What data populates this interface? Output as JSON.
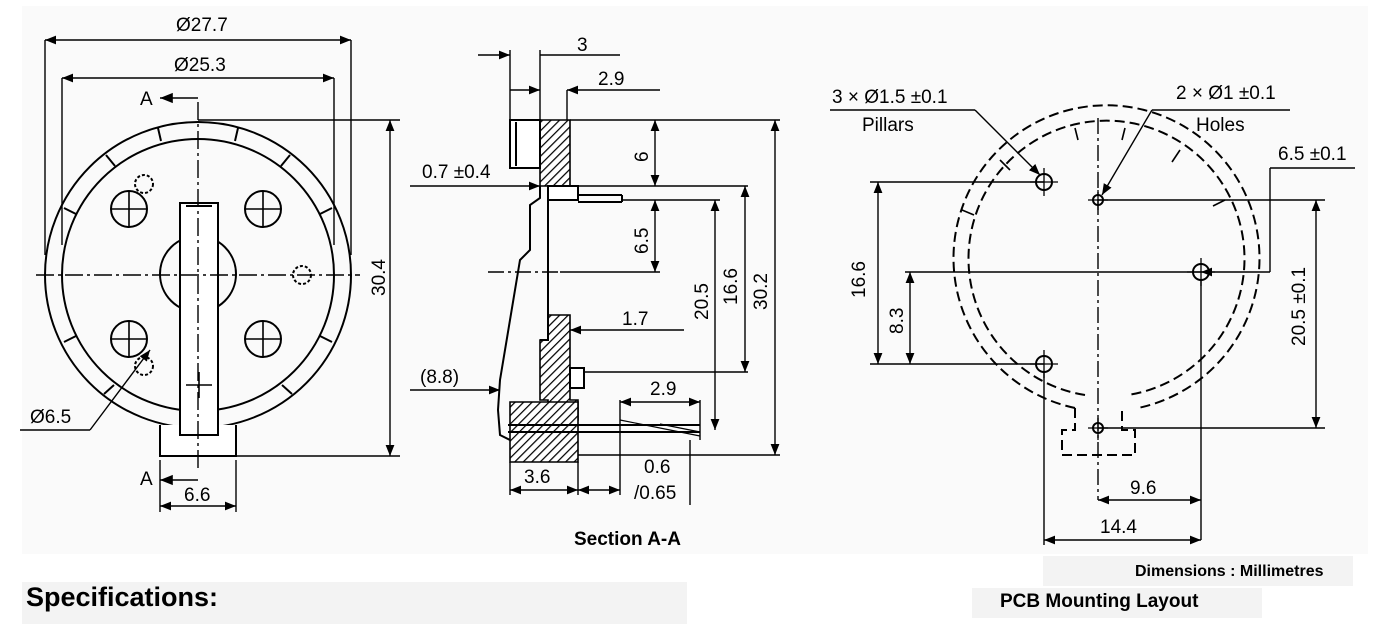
{
  "front_view": {
    "dia_outer": "Ø27.7",
    "dia_inner": "Ø25.3",
    "section_mark_top": "A",
    "section_mark_bottom": "A",
    "height": "30.4",
    "hole_dia": "Ø6.5",
    "tab_width": "6.6"
  },
  "section_view": {
    "title": "Section A-A",
    "dim_3": "3",
    "dim_2_9_top": "2.9",
    "dim_6": "6",
    "dim_0_7": "0.7 ±0.4",
    "dim_6_5": "6.5",
    "dim_20_5": "20.5",
    "dim_16_6": "16.6",
    "dim_30_2": "30.2",
    "dim_1_7": "1.7",
    "dim_8_8": "(8.8)",
    "dim_2_9_bottom": "2.9",
    "dim_3_6": "3.6",
    "dim_0_6": "0.6",
    "dim_0_65": "/0.65"
  },
  "pcb_layout": {
    "title": "PCB Mounting Layout",
    "pillars_dim": "3 × Ø1.5 ±0.1",
    "pillars_label": "Pillars",
    "holes_dim": "2 × Ø1 ±0.1",
    "holes_label": "Holes",
    "dim_6_5": "6.5 ±0.1",
    "dim_16_6": "16.6",
    "dim_8_3": "8.3",
    "dim_20_5": "20.5 ±0.1",
    "dim_9_6": "9.6",
    "dim_14_4": "14.4"
  },
  "units_note": "Dimensions : Millimetres",
  "specifications_heading": "Specifications:"
}
